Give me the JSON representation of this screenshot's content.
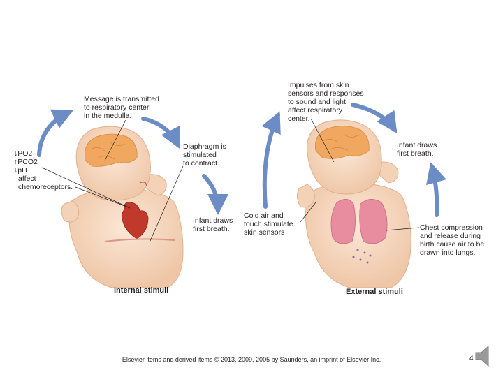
{
  "figure": {
    "internal": {
      "message": "Message is transmitted\nto respiratory center\nin the medulla.",
      "chemo": {
        "po2": "PO2",
        "pco2": "PCO2",
        "ph": "pH",
        "text": "affect\nchemoreceptors."
      },
      "diaphragm": "Diaphragm is\nstimulated\nto contract.",
      "breath": "Infant draws\nfirst breath.",
      "caption": "Internal stimuli"
    },
    "external": {
      "impulses": "Impulses from skin\nsensors and responses\nto sound and light\naffect respiratory\ncenter.",
      "breath": "Infant draws\nfirst breath.",
      "cold": "Cold air and\ntouch stimulate\nskin sensors",
      "chest": "Chest compression\nand release during\nbirth cause air to be\ndrawn into lungs.",
      "caption": "External stimuli"
    }
  },
  "footer": {
    "copyright": "Elsevier items and derived items © 2013, 2009, 2005 by Saunders, an imprint of Elsevier Inc.",
    "slide_number": "4"
  },
  "colors": {
    "arrow": "#6b8cc4",
    "skin": "#f7dcc6",
    "brain": "#f0a860",
    "lungs": "#e88ca0",
    "heart": "#c0392b",
    "speaker": "#9a9a9a"
  },
  "icons": {
    "speaker": "speaker-icon"
  }
}
